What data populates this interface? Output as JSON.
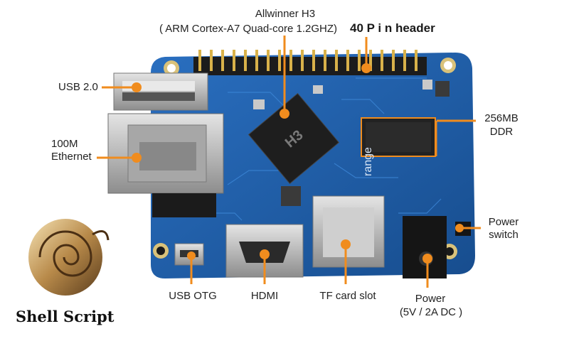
{
  "labels": {
    "soc_name": "Allwinner H3",
    "soc_desc": "( ARM Cortex-A7 Quad-core 1.2GHZ)",
    "pin_header": "40 P i n header",
    "usb2": "USB 2.0",
    "ethernet_line1": "100M",
    "ethernet_line2": "Ethernet",
    "ddr_line1": "256MB",
    "ddr_line2": "DDR",
    "power_switch_line1": "Power",
    "power_switch_line2": "switch",
    "usb_otg": "USB OTG",
    "hdmi": "HDMI",
    "tf_card": "TF card slot",
    "power": "Power",
    "power_spec": "(5V / 2A DC )"
  },
  "board_markings": {
    "chip_mark": "H3",
    "brand_mark": "range"
  },
  "logo": {
    "text": "Shell Script"
  },
  "colors": {
    "pcb": "#1f5ea8",
    "callout": "#f08c1e",
    "gold": "#c8a64a",
    "background": "#ffffff"
  }
}
